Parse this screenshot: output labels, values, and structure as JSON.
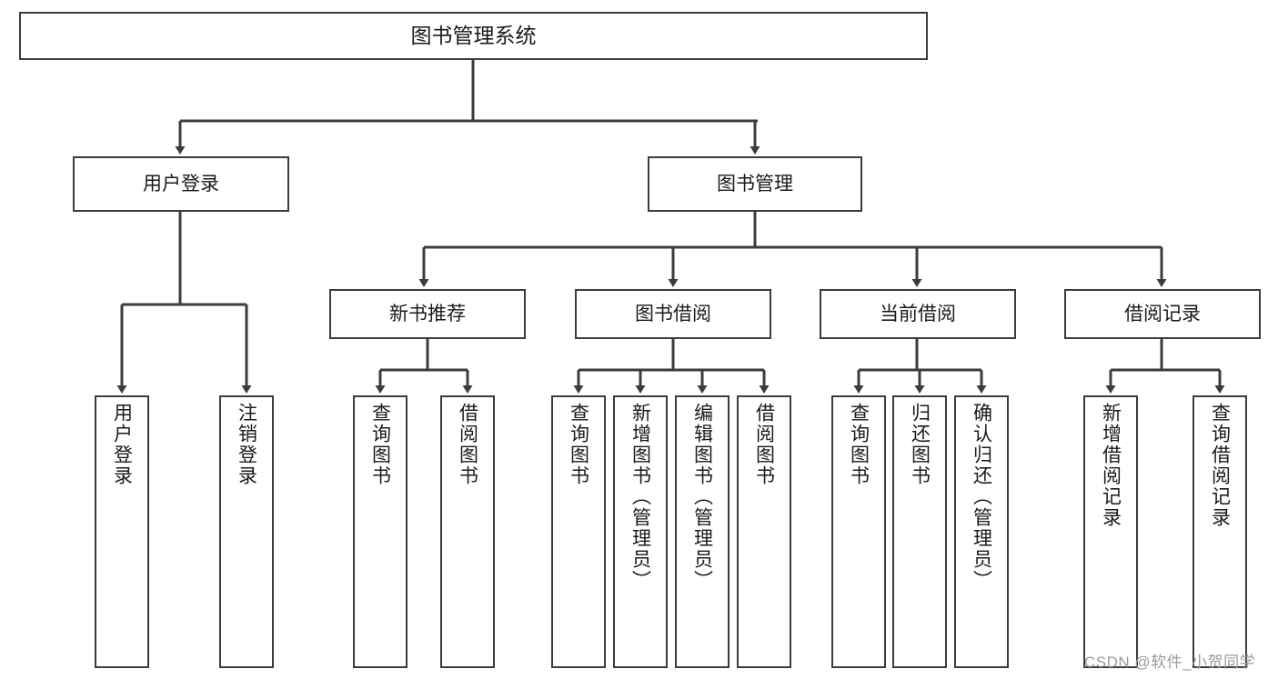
{
  "diagram": {
    "title": "图书管理系统",
    "type": "tree-hierarchy",
    "root": {
      "label": "图书管理系统"
    },
    "level1": [
      {
        "label": "用户登录"
      },
      {
        "label": "图书管理"
      }
    ],
    "level2": [
      {
        "label": "新书推荐"
      },
      {
        "label": "图书借阅"
      },
      {
        "label": "当前借阅"
      },
      {
        "label": "借阅记录"
      }
    ],
    "leaves": {
      "user_login": [
        {
          "label": "用户登录"
        },
        {
          "label": "注销登录"
        }
      ],
      "new_book_recommend": [
        {
          "label": "查询图书"
        },
        {
          "label": "借阅图书"
        }
      ],
      "book_borrow": [
        {
          "label": "查询图书"
        },
        {
          "label": "新增图书（管理员）"
        },
        {
          "label": "编辑图书（管理员）"
        },
        {
          "label": "借阅图书"
        }
      ],
      "current_borrow": [
        {
          "label": "查询图书"
        },
        {
          "label": "归还图书"
        },
        {
          "label": "确认归还（管理员）"
        }
      ],
      "borrow_record": [
        {
          "label": "新增借阅记录"
        },
        {
          "label": "查询借阅记录"
        }
      ]
    }
  },
  "watermark": {
    "text": "CSDN @软件_小贺同学"
  },
  "colors": {
    "border": "#3c3c3c",
    "background": "#ffffff",
    "text": "#1a1a1a",
    "watermark": "#9a9a9a"
  }
}
